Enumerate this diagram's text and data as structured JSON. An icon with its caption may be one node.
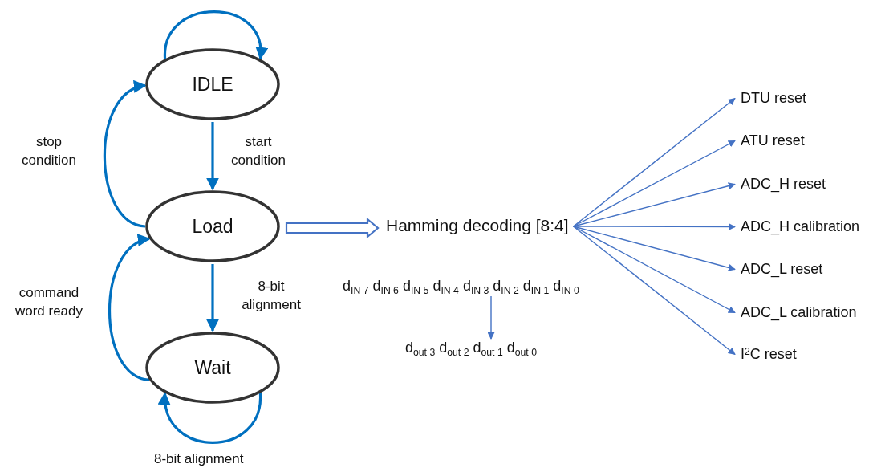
{
  "diagram": {
    "nodes": [
      {
        "text": [
          "IDLE"
        ]
      },
      {
        "text": [
          "Load"
        ]
      },
      {
        "text": [
          "Wait"
        ]
      },
      {
        "text": [
          "Hamming decoding [8:4]"
        ]
      },
      {
        "text": [
          "d$_{IN 7}$ d$_{IN 6}$ d$_{IN 5}$ d$_{IN 4}$ d$_{IN 3}$ d$_{IN 2}$ d$_{IN 1}$ d$_{IN 0}$"
        ]
      },
      {
        "text": [
          "d$_{out 3}$ d$_{out 2}$ d$_{out 1}$ d$_{out 0}$"
        ]
      },
      {
        "text": [
          "DTU reset"
        ]
      },
      {
        "text": [
          "ATU reset"
        ]
      },
      {
        "text": [
          "ADC_H reset"
        ]
      },
      {
        "text": [
          "ADC_H calibration"
        ]
      },
      {
        "text": [
          "ADC_L reset"
        ]
      },
      {
        "text": [
          "ADC_L calibration"
        ]
      },
      {
        "text": [
          "I$^{2}$C reset"
        ]
      }
    ],
    "edges": [
      {
        "from": 0,
        "to": 0,
        "arrow": "to",
        "style": "thick",
        "color": "#0070c0"
      },
      {
        "from": 0,
        "to": 1,
        "arrow": "to",
        "label": "start condition",
        "style": "thick",
        "color": "#0070c0"
      },
      {
        "from": 1,
        "to": 0,
        "arrow": "to",
        "label": "stop condition",
        "style": "thick",
        "color": "#0070c0"
      },
      {
        "from": 1,
        "to": 2,
        "arrow": "to",
        "label": "8-bit alignment",
        "style": "thick",
        "color": "#0070c0"
      },
      {
        "from": 2,
        "to": 1,
        "arrow": "to",
        "label": "command word ready",
        "style": "thick",
        "color": "#0070c0"
      },
      {
        "from": 2,
        "to": 2,
        "arrow": "to",
        "label": "8-bit alignment",
        "style": "thick",
        "color": "#0070c0"
      },
      {
        "from": 1,
        "to": 3,
        "arrow": "to",
        "style": "thick"
      },
      {
        "from": 4,
        "to": 5,
        "arrow": "to"
      },
      {
        "from": 3,
        "to": 6,
        "arrow": "to"
      },
      {
        "from": 3,
        "to": 7,
        "arrow": "to"
      },
      {
        "from": 3,
        "to": 8,
        "arrow": "to"
      },
      {
        "from": 3,
        "to": 9,
        "arrow": "to"
      },
      {
        "from": 3,
        "to": 10,
        "arrow": "to"
      },
      {
        "from": 3,
        "to": 11,
        "arrow": "to"
      },
      {
        "from": 3,
        "to": 12,
        "arrow": "to"
      }
    ]
  }
}
